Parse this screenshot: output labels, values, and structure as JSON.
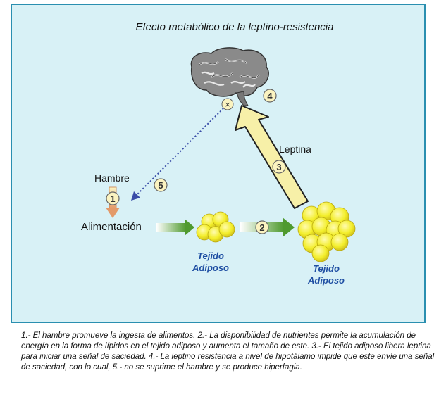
{
  "diagram": {
    "title": "Efecto metabólico de la leptino-resistencia",
    "labels": {
      "hambre": "Hambre",
      "alimentacion": "Alimentación",
      "leptina": "Leptina",
      "tejido_1": [
        "Tejido",
        "Adiposo"
      ],
      "tejido_2": [
        "Tejido",
        "Adiposo"
      ]
    },
    "steps": [
      "1",
      "2",
      "3",
      "4",
      "5"
    ],
    "block_mark": "×",
    "colors": {
      "panel_bg": "#d8f1f6",
      "panel_border": "#2a8fb0",
      "tissue_text": "#1f4fa3",
      "fat_cell": "#f3ee2a",
      "arrow_green": "#4f9a2f",
      "leptin_arrow": "#f7f0a8",
      "dotted_arrow": "#3a4da8",
      "hunger_arrow": "#e39a6a"
    },
    "icons": [
      "brain-icon",
      "fat-cell-cluster-small",
      "fat-cell-cluster-large"
    ]
  },
  "caption": "1.- El hambre promueve la ingesta de alimentos. 2.- La disponibilidad de nutrientes permite la acumulación de energía en la forma de lípidos en el tejido adiposo y aumenta el tamaño de este. 3.- El tejido adiposo libera leptina para iniciar una señal de saciedad. 4.- La leptino resistencia a nivel de hipotálamo impide que este envíe una señal de saciedad, con lo cual, 5.- no se suprime el hambre y se produce hiperfagia."
}
